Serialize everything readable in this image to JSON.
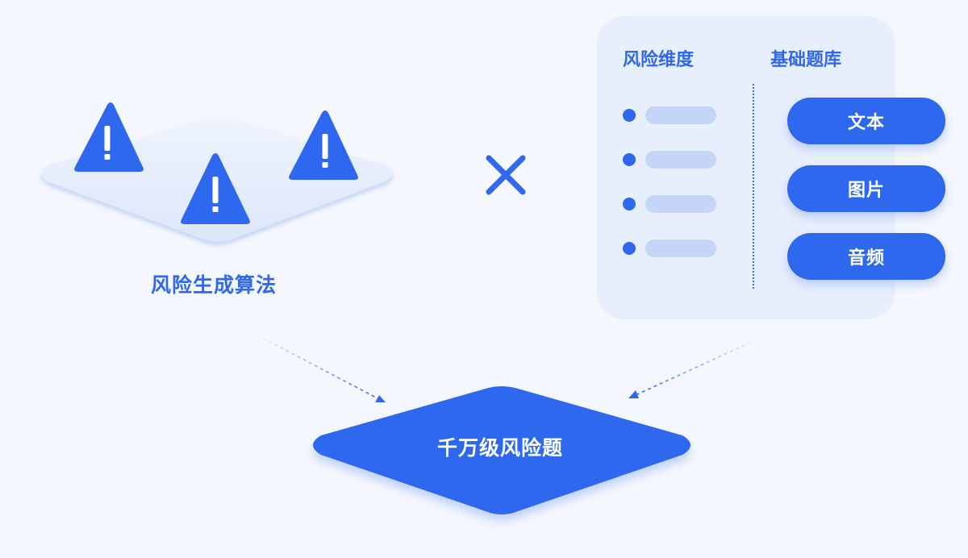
{
  "algorithm": {
    "label": "风险生成算法",
    "icons": [
      "warning-icon",
      "warning-icon",
      "warning-icon"
    ]
  },
  "operator": {
    "icon": "multiply-icon"
  },
  "panel": {
    "risk_dimension_header": "风险维度",
    "base_bank_header": "基础题库",
    "risk_dimension_items": 4,
    "bank_items": [
      "文本",
      "图片",
      "音频"
    ]
  },
  "result": {
    "label": "千万级风险题"
  },
  "colors": {
    "primary": "#2f68ec",
    "panel_bg": "#e8effc",
    "bar_light": "#c5d5f7",
    "background": "#f4f7fd"
  }
}
